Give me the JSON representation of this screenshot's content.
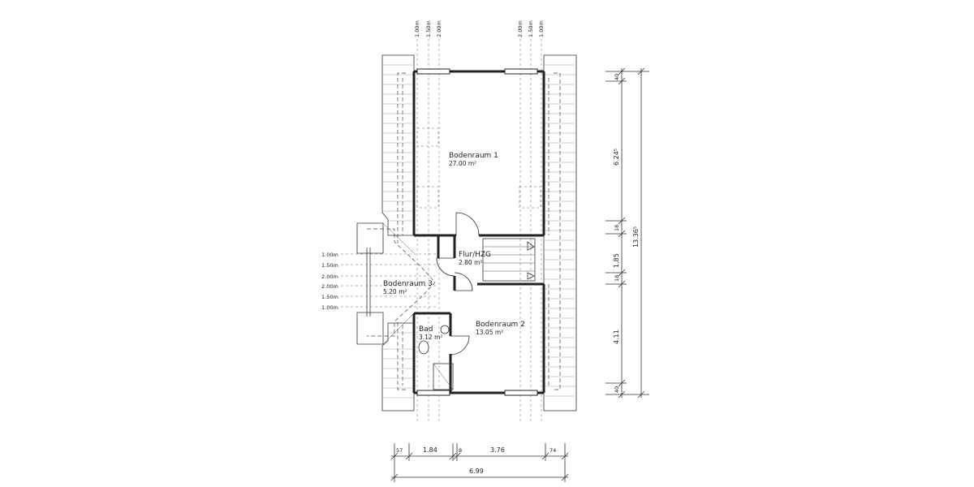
{
  "rooms": {
    "bodenraum1": {
      "name": "Bodenraum  1",
      "area": "27.00  m²"
    },
    "bodenraum2": {
      "name": "Bodenraum  2",
      "area": "13.05  m²"
    },
    "bodenraum3": {
      "name": "Bodenraum  3",
      "area": "5.20  m²"
    },
    "flur": {
      "name": "Flur/HZG",
      "area": "2.80  m²"
    },
    "bad": {
      "name": "Bad",
      "area": "3.12  m²"
    }
  },
  "top_markers": {
    "left": [
      "1.00m",
      "1.50m",
      "2.00m"
    ],
    "right": [
      "2.00m",
      "1.50m",
      "1.00m"
    ]
  },
  "left_markers": [
    "1.00m",
    "1.50m",
    "2.00m",
    "2.00m",
    "1.50m",
    "1.00m"
  ],
  "right_dims": {
    "inner": [
      "40",
      "6.24⁵",
      "18",
      "1.85",
      "18",
      "4.11",
      "40"
    ],
    "total": "13.36⁵"
  },
  "bottom_dims": {
    "segments": [
      "57",
      "1.84",
      "8",
      "3.76",
      "74"
    ],
    "total": "6.99"
  }
}
